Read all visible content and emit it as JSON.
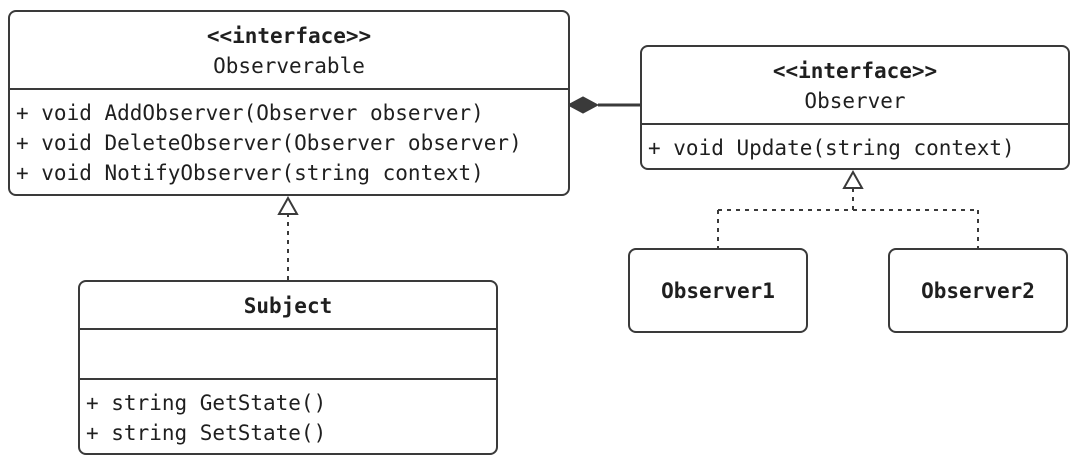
{
  "diagram": {
    "observerable": {
      "stereotype": "<<interface>>",
      "name": "Observerable",
      "methods": [
        "+ void AddObserver(Observer observer)",
        "+ void DeleteObserver(Observer observer)",
        "+ void NotifyObserver(string context)"
      ]
    },
    "observer": {
      "stereotype": "<<interface>>",
      "name": "Observer",
      "methods": [
        "+ void Update(string context)"
      ]
    },
    "subject": {
      "name": "Subject",
      "methods": [
        "+ string GetState()",
        "+ string SetState()"
      ]
    },
    "observer1": {
      "name": "Observer1"
    },
    "observer2": {
      "name": "Observer2"
    },
    "relationships": [
      {
        "type": "composition",
        "from": "Observerable",
        "to": "Observer"
      },
      {
        "type": "realization",
        "from": "Subject",
        "to": "Observerable"
      },
      {
        "type": "realization",
        "from": "Observer1",
        "to": "Observer"
      },
      {
        "type": "realization",
        "from": "Observer2",
        "to": "Observer"
      }
    ],
    "colors": {
      "stroke": "#3a3a3a",
      "text": "#1f1f1f",
      "background": "#ffffff"
    }
  }
}
